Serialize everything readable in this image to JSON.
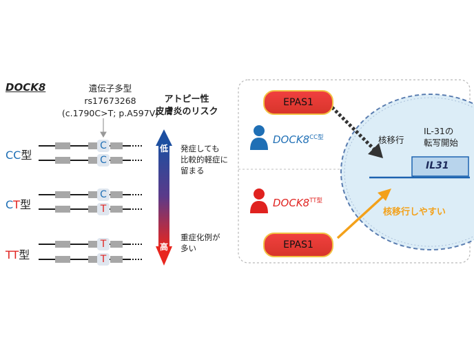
{
  "colors": {
    "blue": "#1f6fb5",
    "red": "#e0221f",
    "orange": "#f3a11a",
    "arrow_top": "#1d4fa0",
    "arrow_mid": "#5a3a8a",
    "arrow_bottom": "#e8261e",
    "nucleus_fill": "#dcedf7",
    "nucleus_stroke": "#5a7db0",
    "epas_fill": "#e53a30",
    "epas_border": "#f2c244"
  },
  "left": {
    "gene": "DOCK8",
    "snp_lines": [
      "遺伝子多型",
      "rs17673268",
      "(c.1790C>T; p.A597V)"
    ],
    "risk_title_lines": [
      "アトピー性",
      "皮膚炎のリスク"
    ],
    "arrow_low": "低",
    "arrow_high": "高",
    "genotypes": [
      {
        "allele1": "C",
        "allele2": "C",
        "type_suffix": "型",
        "allele1_color": "#1f6fb5",
        "allele2_color": "#1f6fb5"
      },
      {
        "allele1": "C",
        "allele2": "T",
        "type_suffix": "型",
        "allele1_color": "#1f6fb5",
        "allele2_color": "#e0221f"
      },
      {
        "allele1": "T",
        "allele2": "T",
        "type_suffix": "型",
        "allele1_color": "#e0221f",
        "allele2_color": "#e0221f"
      }
    ],
    "mild_desc_lines": [
      "発症しても",
      "比較的軽症に",
      "留まる"
    ],
    "severe_desc_lines": [
      "重症化例が",
      "多い"
    ]
  },
  "right": {
    "epas_top": "EPAS1",
    "epas_bottom": "EPAS1",
    "person_cc_gene": "DOCK8",
    "person_cc_sup": "CC型",
    "person_tt_gene": "DOCK8",
    "person_tt_sup": "TT型",
    "nuclear_translocation": "核移行",
    "transcription_lines": [
      "IL-31の",
      "転写開始"
    ],
    "il31": "IL31",
    "easy_translocation": "核移行しやすい"
  }
}
